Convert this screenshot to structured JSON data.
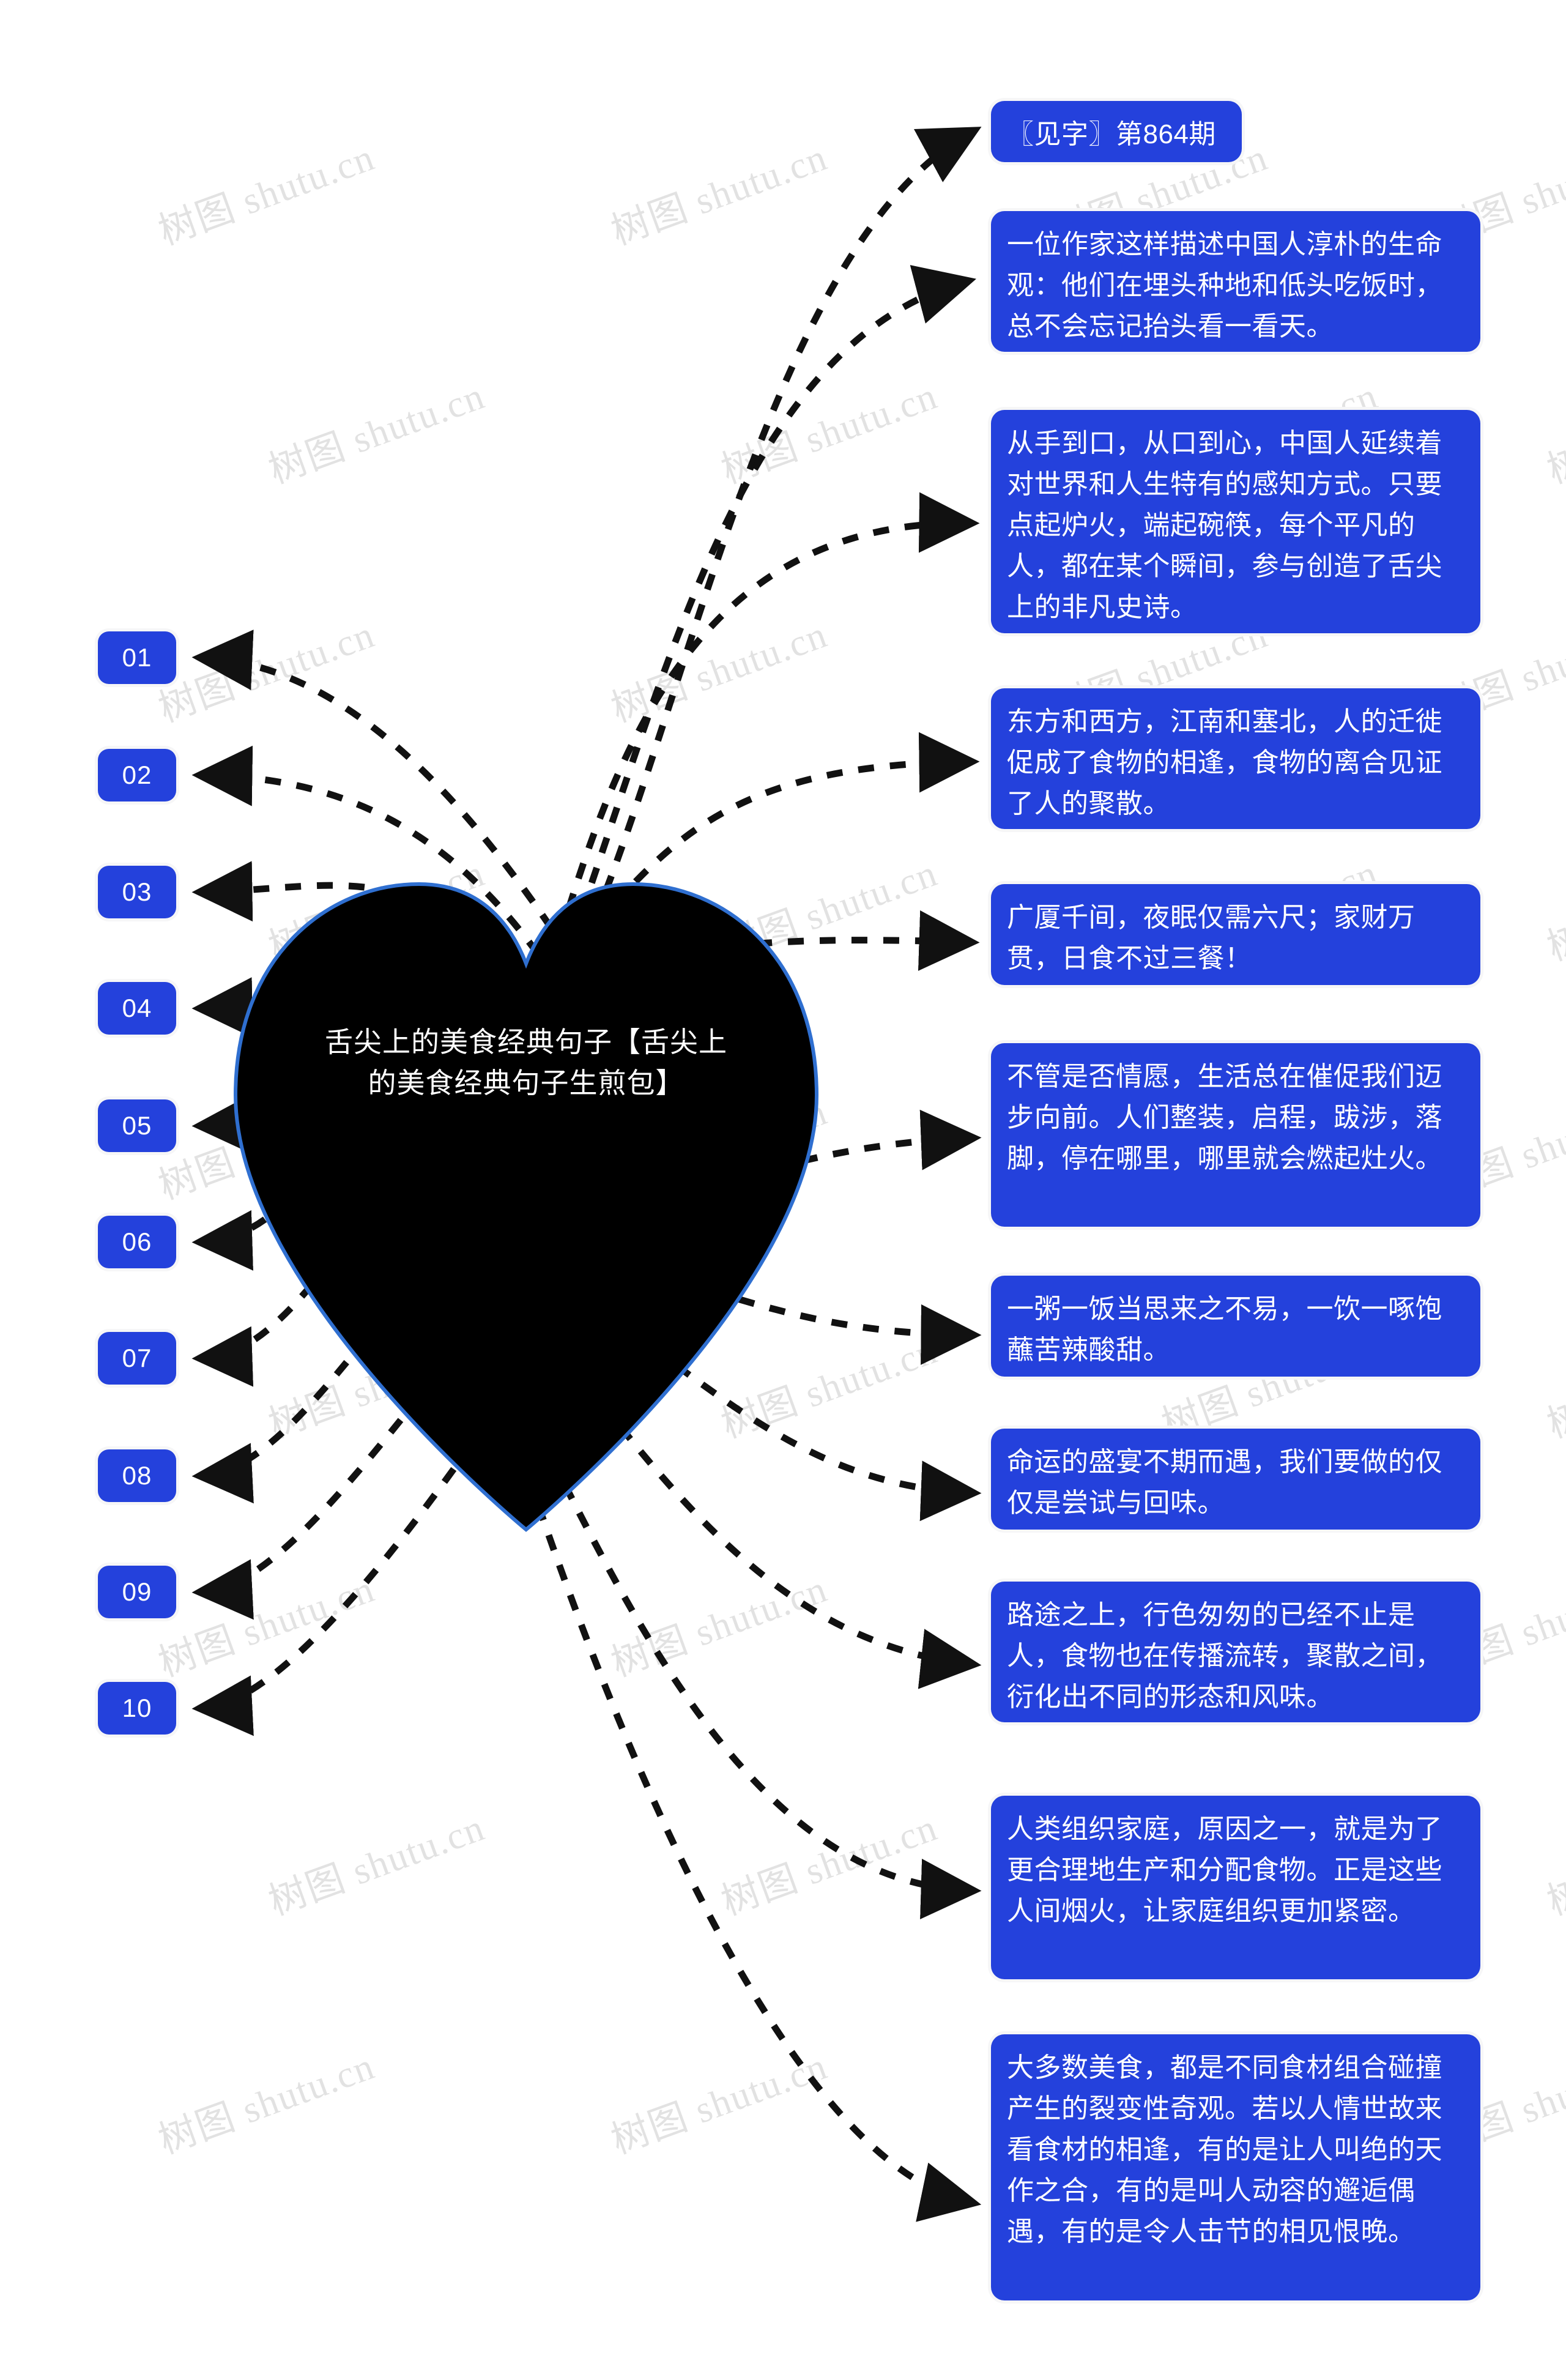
{
  "center": {
    "label": "舌尖上的美食经典句子【舌尖上的美食经典句子生煎包】",
    "shape": "heart",
    "fill": "#000000",
    "stroke": "#2f6fd0"
  },
  "theme": {
    "accent": "#2441DC",
    "box_text_color": "#ffffff",
    "page_background": "#ffffff",
    "connector_color": "#111111",
    "connector_style": "dashed-arrow",
    "badge_outline": "#f6f6f7"
  },
  "watermark": {
    "text": "树图 shutu.cn",
    "color": "#e2e2e2"
  },
  "badges": [
    {
      "label": "01"
    },
    {
      "label": "02"
    },
    {
      "label": "03"
    },
    {
      "label": "04"
    },
    {
      "label": "05"
    },
    {
      "label": "06"
    },
    {
      "label": "07"
    },
    {
      "label": "08"
    },
    {
      "label": "09"
    },
    {
      "label": "10"
    }
  ],
  "notes": [
    {
      "text": "〖见字〗第864期"
    },
    {
      "text": "一位作家这样描述中国人淳朴的生命观：他们在埋头种地和低头吃饭时，总不会忘记抬头看一看天。"
    },
    {
      "text": "从手到口，从口到心，中国人延续着对世界和人生特有的感知方式。只要点起炉火，端起碗筷，每个平凡的人，都在某个瞬间，参与创造了舌尖上的非凡史诗。"
    },
    {
      "text": "东方和西方，江南和塞北，人的迁徙促成了食物的相逢，食物的离合见证了人的聚散。"
    },
    {
      "text": "广厦千间，夜眠仅需六尺；家财万贯，日食不过三餐！"
    },
    {
      "text": "不管是否情愿，生活总在催促我们迈步向前。人们整装，启程，跋涉，落脚，停在哪里，哪里就会燃起灶火。"
    },
    {
      "text": "一粥一饭当思来之不易，一饮一啄饱蘸苦辣酸甜。"
    },
    {
      "text": "命运的盛宴不期而遇，我们要做的仅仅是尝试与回味。"
    },
    {
      "text": "路途之上，行色匆匆的已经不止是人，食物也在传播流转，聚散之间，衍化出不同的形态和风味。"
    },
    {
      "text": "人类组织家庭，原因之一，就是为了更合理地生产和分配食物。正是这些人间烟火，让家庭组织更加紧密。"
    },
    {
      "text": "大多数美食，都是不同食材组合碰撞产生的裂变性奇观。若以人情世故来看食材的相逢，有的是让人叫绝的天作之合，有的是叫人动容的邂逅偶遇，有的是令人击节的相见恨晚。"
    }
  ]
}
